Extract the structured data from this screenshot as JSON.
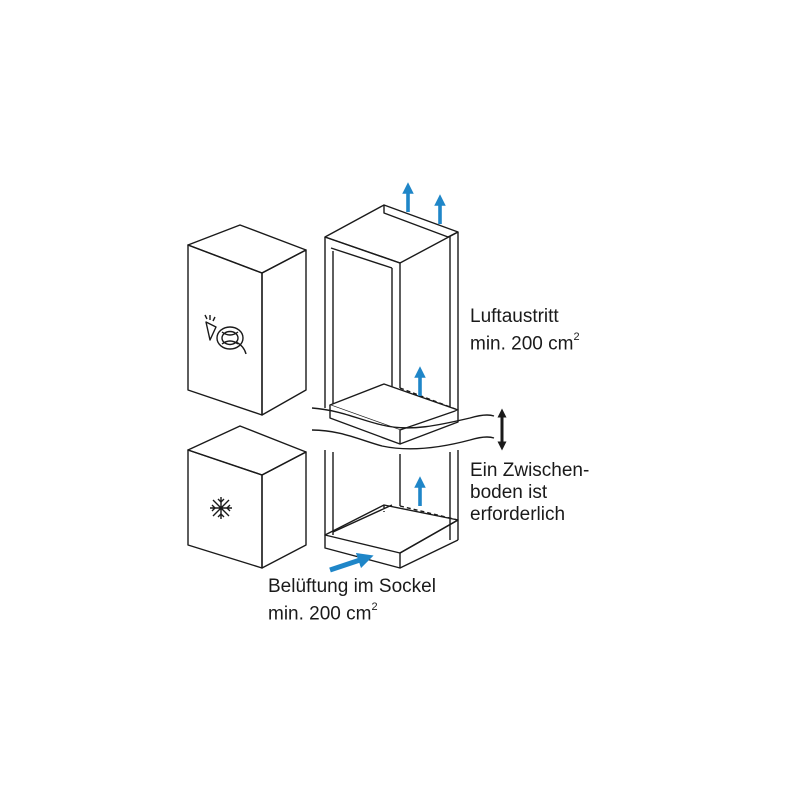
{
  "air_outlet": {
    "line1": "Luftaustritt",
    "line2_prefix": "min. 200 cm",
    "line2_sup": "2"
  },
  "intermediate_shelf": {
    "line1": "Ein Zwischen-",
    "line2": "boden ist",
    "line3": "erforderlich"
  },
  "base_ventilation": {
    "line1": "Belüftung im Sockel",
    "line2_prefix": "min. 200 cm",
    "line2_sup": "2"
  },
  "icons": {
    "fridge_symbol": "vegetables-icon",
    "freezer_symbol": "snowflake-icon"
  },
  "colors": {
    "airflow_arrow": "#1f86c8",
    "outline": "#1a1a1a"
  }
}
